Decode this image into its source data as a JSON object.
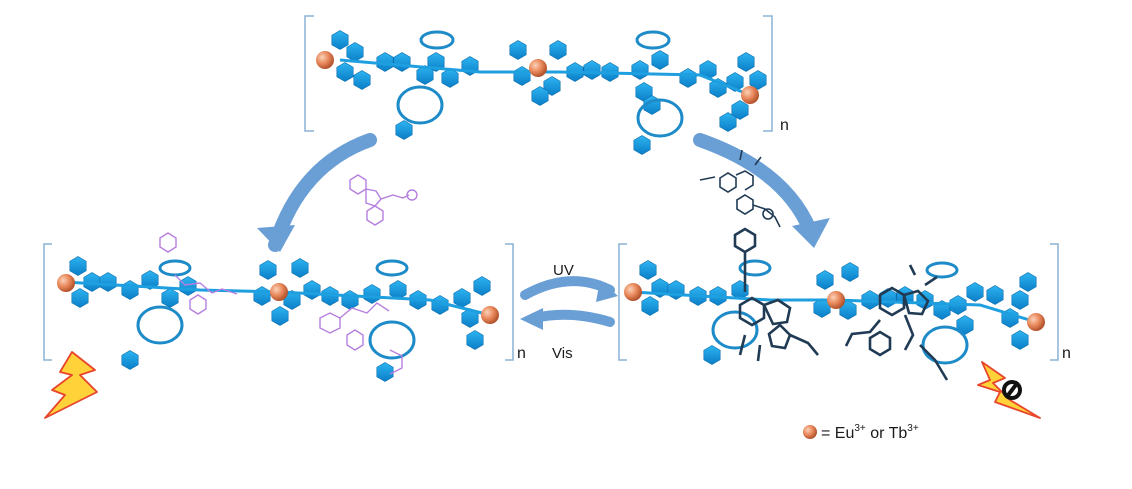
{
  "labels": {
    "repeat_n": "n",
    "uv": "UV",
    "vis": "Vis",
    "legend_eq": "= Eu",
    "legend_sup1": "3+",
    "legend_or": " or Tb",
    "legend_sup2": "3+"
  },
  "colors": {
    "hexagon": "#1e9fe0",
    "hexagon_dark": "#0c6fb4",
    "metal_center": "#e8875a",
    "arrow": "#6a9fd6",
    "purple_molecule": "#b57fe0",
    "dark_molecule": "#213b55",
    "lightning": "#ffd23a",
    "lightning_edge": "#e8452c"
  },
  "icons": {
    "emission_on": "lightning-bolt-icon",
    "emission_off": "lightning-bolt-crossed-icon"
  }
}
